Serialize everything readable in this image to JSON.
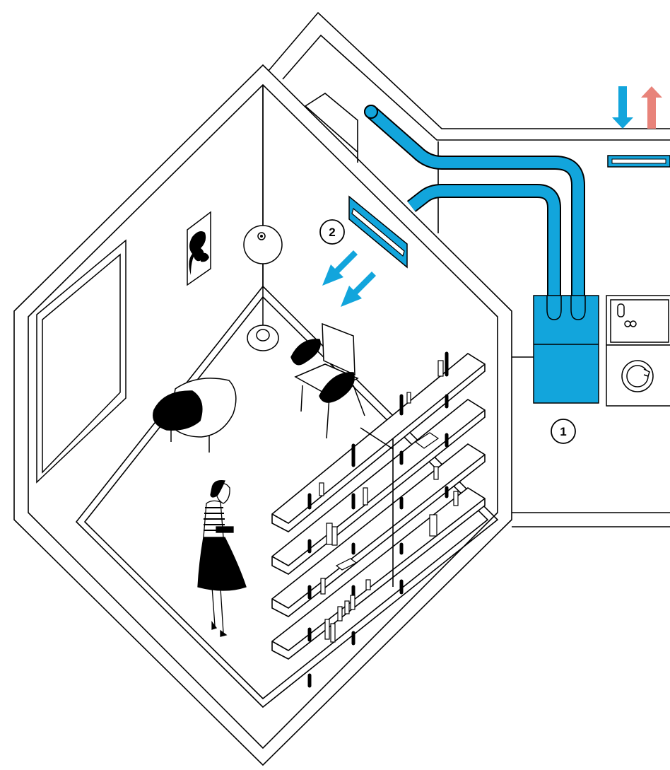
{
  "diagram": {
    "markers": [
      {
        "id": "1",
        "text": "1"
      },
      {
        "id": "2",
        "text": "2"
      }
    ]
  },
  "colors": {
    "duct": "#12a5dc",
    "supply_arrow": "#12a5dc",
    "exhaust_arrow": "#e8837a",
    "line": "#000000",
    "background": "#ffffff"
  },
  "icons": [
    "ventilation-unit",
    "supply-air-duct",
    "extract-air-duct",
    "ceiling-air-valve",
    "airflow-arrows",
    "outdoor-air-intake-arrow",
    "exhaust-air-outlet-arrow",
    "pendant-lamp",
    "lounge-chair",
    "side-chair",
    "bookshelf",
    "wall-art",
    "window",
    "woman-figure",
    "washing-machine",
    "cabinet"
  ]
}
